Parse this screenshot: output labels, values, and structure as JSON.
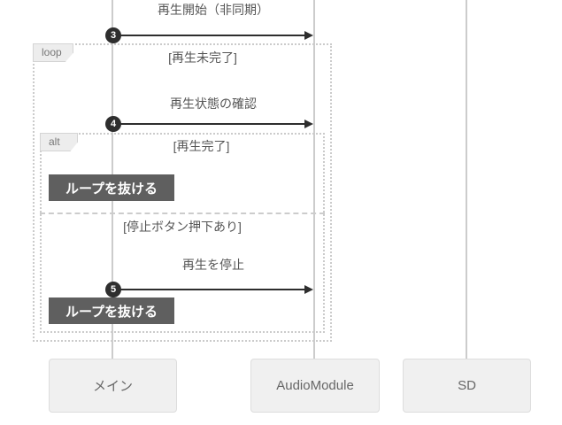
{
  "diagram_type": "sequence-diagram",
  "participants": [
    {
      "label": "メイン"
    },
    {
      "label": "AudioModule"
    },
    {
      "label": "SD"
    }
  ],
  "messages": [
    {
      "number": "3",
      "label": "再生開始（非同期）",
      "from": "メイン",
      "to": "AudioModule"
    },
    {
      "number": "4",
      "label": "再生状態の確認",
      "from": "メイン",
      "to": "AudioModule"
    },
    {
      "number": "5",
      "label": "再生を停止",
      "from": "メイン",
      "to": "AudioModule"
    }
  ],
  "frames": {
    "loop": {
      "keyword": "loop",
      "guard": "[再生未完了]"
    },
    "alt": {
      "keyword": "alt",
      "sections": [
        {
          "guard": "[再生完了]"
        },
        {
          "guard": "[停止ボタン押下あり]"
        }
      ]
    }
  },
  "notes": [
    {
      "label": "ループを抜ける"
    },
    {
      "label": "ループを抜ける"
    }
  ],
  "colors": {
    "arrow": "#2e2e2e",
    "badge_bg": "#2e2e2e",
    "note_bg": "#5f5f5f",
    "note_text": "#ffffff",
    "lifeline": "#cccccc",
    "frame_border": "#cbcbcb",
    "participant_bg": "#f0f0f0",
    "participant_border": "#dddddd",
    "text": "#555555"
  }
}
